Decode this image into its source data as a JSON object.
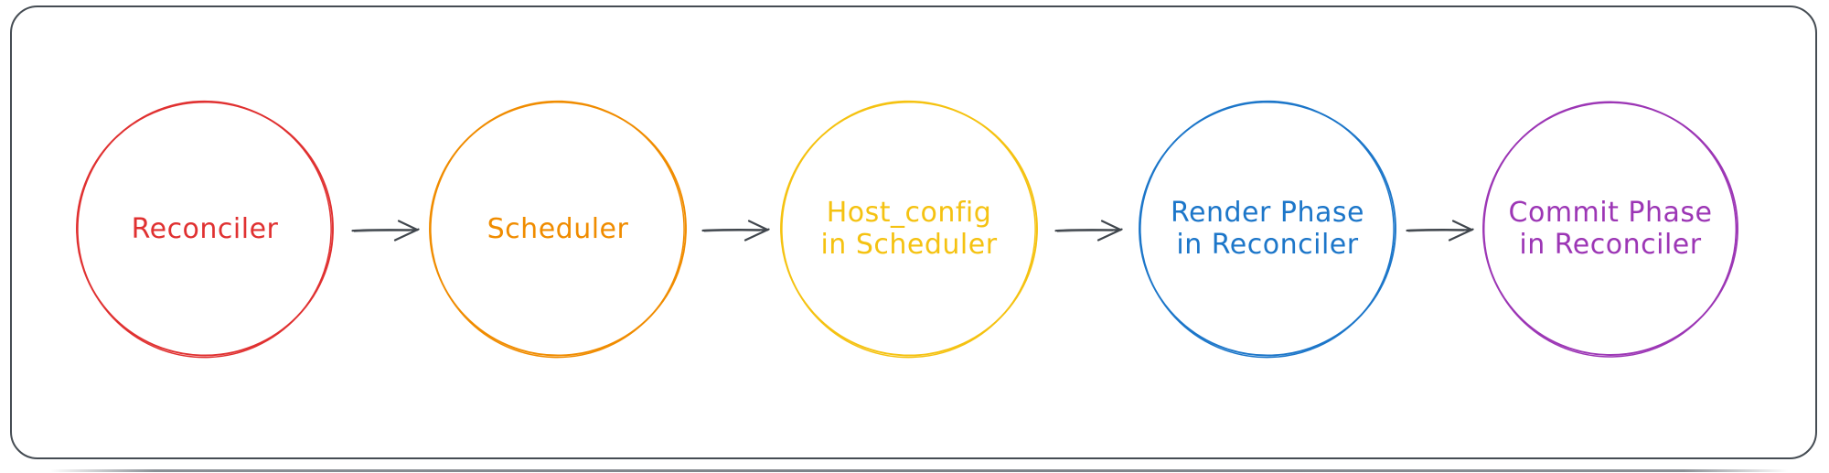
{
  "frame": {
    "border_color": "#454c53"
  },
  "connector": {
    "color": "#40464d",
    "direction": "right",
    "style": "hand-drawn-arrow"
  },
  "nodes": [
    {
      "id": "reconciler",
      "label": "Reconciler",
      "lines": [
        "Reconciler"
      ],
      "color": "#e03131",
      "shape": "circle"
    },
    {
      "id": "scheduler",
      "label": "Scheduler",
      "lines": [
        "Scheduler"
      ],
      "color": "#f08c00",
      "shape": "circle"
    },
    {
      "id": "host-config-in-scheduler",
      "label": "Host_config in Scheduler",
      "lines": [
        "Host_config",
        "in Scheduler"
      ],
      "color": "#f5c211",
      "shape": "circle"
    },
    {
      "id": "render-phase-in-reconciler",
      "label": "Render Phase in Reconciler",
      "lines": [
        "Render Phase",
        "in Reconciler"
      ],
      "color": "#1c76c9",
      "shape": "circle"
    },
    {
      "id": "commit-phase-in-reconciler",
      "label": "Commit Phase in Reconciler",
      "lines": [
        "Commit Phase",
        "in Reconciler"
      ],
      "color": "#9c36b5",
      "shape": "circle"
    }
  ],
  "edges": [
    {
      "from": "reconciler",
      "to": "scheduler"
    },
    {
      "from": "scheduler",
      "to": "host-config-in-scheduler"
    },
    {
      "from": "host-config-in-scheduler",
      "to": "render-phase-in-reconciler"
    },
    {
      "from": "render-phase-in-reconciler",
      "to": "commit-phase-in-reconciler"
    }
  ]
}
